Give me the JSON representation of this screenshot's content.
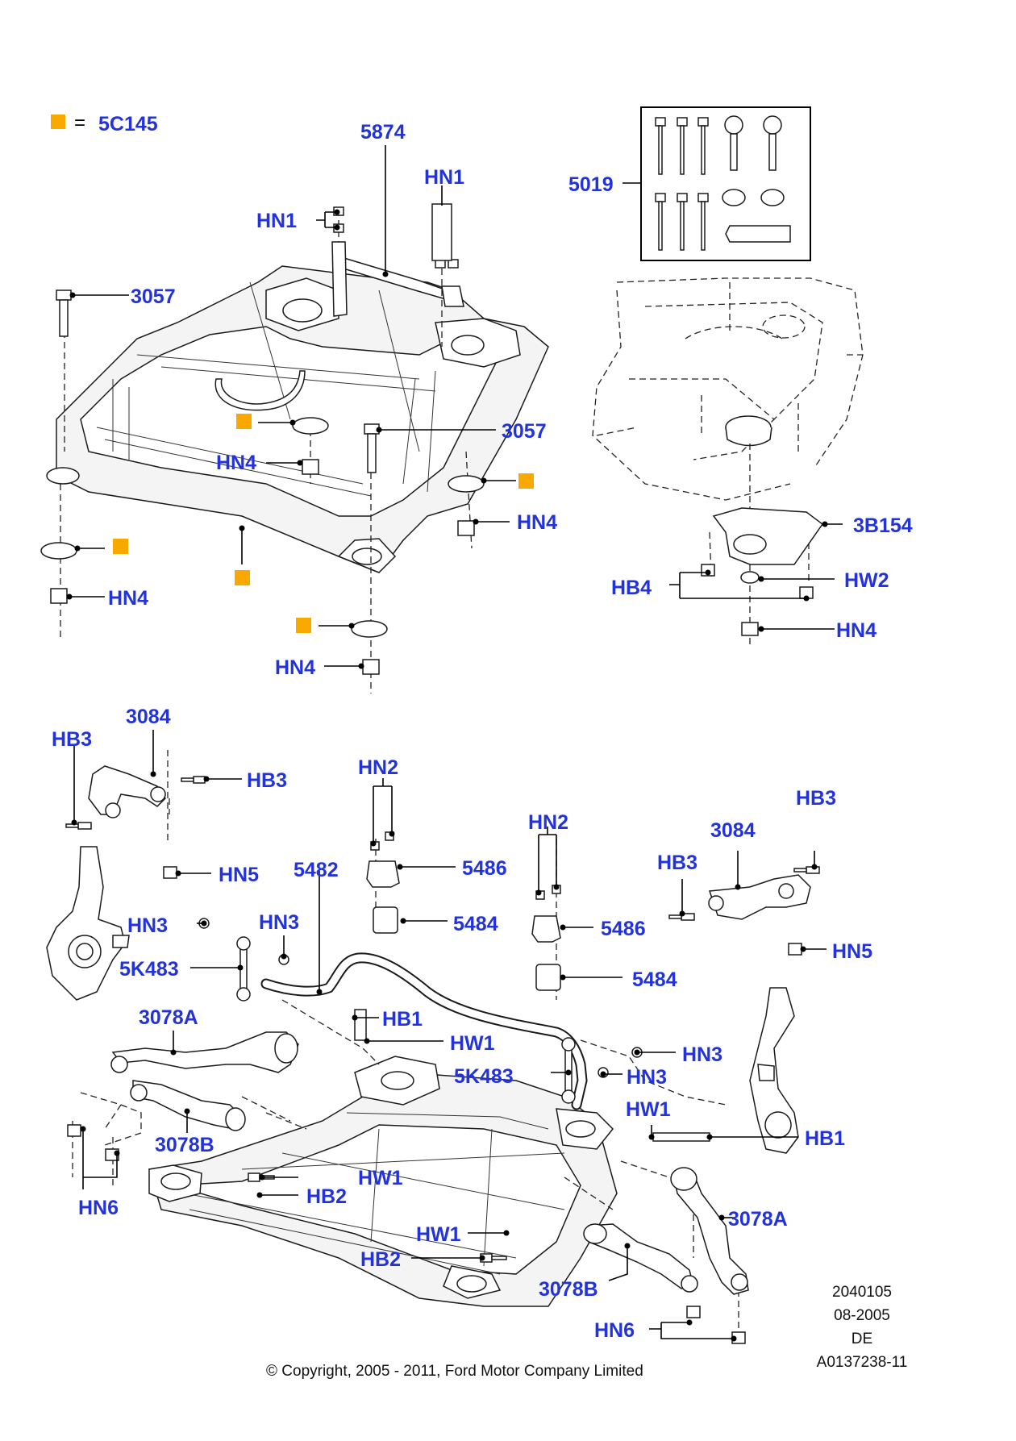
{
  "colors": {
    "label": "#2233dd",
    "marker": "#f9a800",
    "line": "#000000"
  },
  "legend": {
    "equals": "=",
    "code": "5C145"
  },
  "labels": {
    "p5874": "5874",
    "hn1a": "HN1",
    "hn1b": "HN1",
    "p3057a": "3057",
    "p3057b": "3057",
    "p5019": "5019",
    "hn4a": "HN4",
    "hn4b": "HN4",
    "hn4c": "HN4",
    "hn4d": "HN4",
    "hn4e": "HN4",
    "p3b154": "3B154",
    "hb4": "HB4",
    "hw2": "HW2",
    "p3084a": "3084",
    "hb3a": "HB3",
    "hb3b": "HB3",
    "hn5a": "HN5",
    "hn2a": "HN2",
    "p5486a": "5486",
    "p5482": "5482",
    "hn3a": "HN3",
    "hn3b": "HN3",
    "p5484a": "5484",
    "p5k483a": "5K483",
    "hn2b": "HN2",
    "p5486b": "5486",
    "p5484b": "5484",
    "hb3c": "HB3",
    "p3084b": "3084",
    "hb3d": "HB3",
    "hn5b": "HN5",
    "p3078a1": "3078A",
    "hb1a": "HB1",
    "hw1a": "HW1",
    "hn3c": "HN3",
    "p5k483b": "5K483",
    "hn3d": "HN3",
    "hw1b": "HW1",
    "hb1b": "HB1",
    "p3078b1": "3078B",
    "hn6a": "HN6",
    "hw1c": "HW1",
    "hb2a": "HB2",
    "p3078a2": "3078A",
    "hw1d": "HW1",
    "hb2b": "HB2",
    "p3078b2": "3078B",
    "hn6b": "HN6"
  },
  "footer": {
    "copyright": "© Copyright, 2005 - 2011, Ford Motor Company Limited",
    "code": "2040105",
    "date": "08-2005",
    "lang": "DE",
    "ref": "A0137238-11"
  }
}
